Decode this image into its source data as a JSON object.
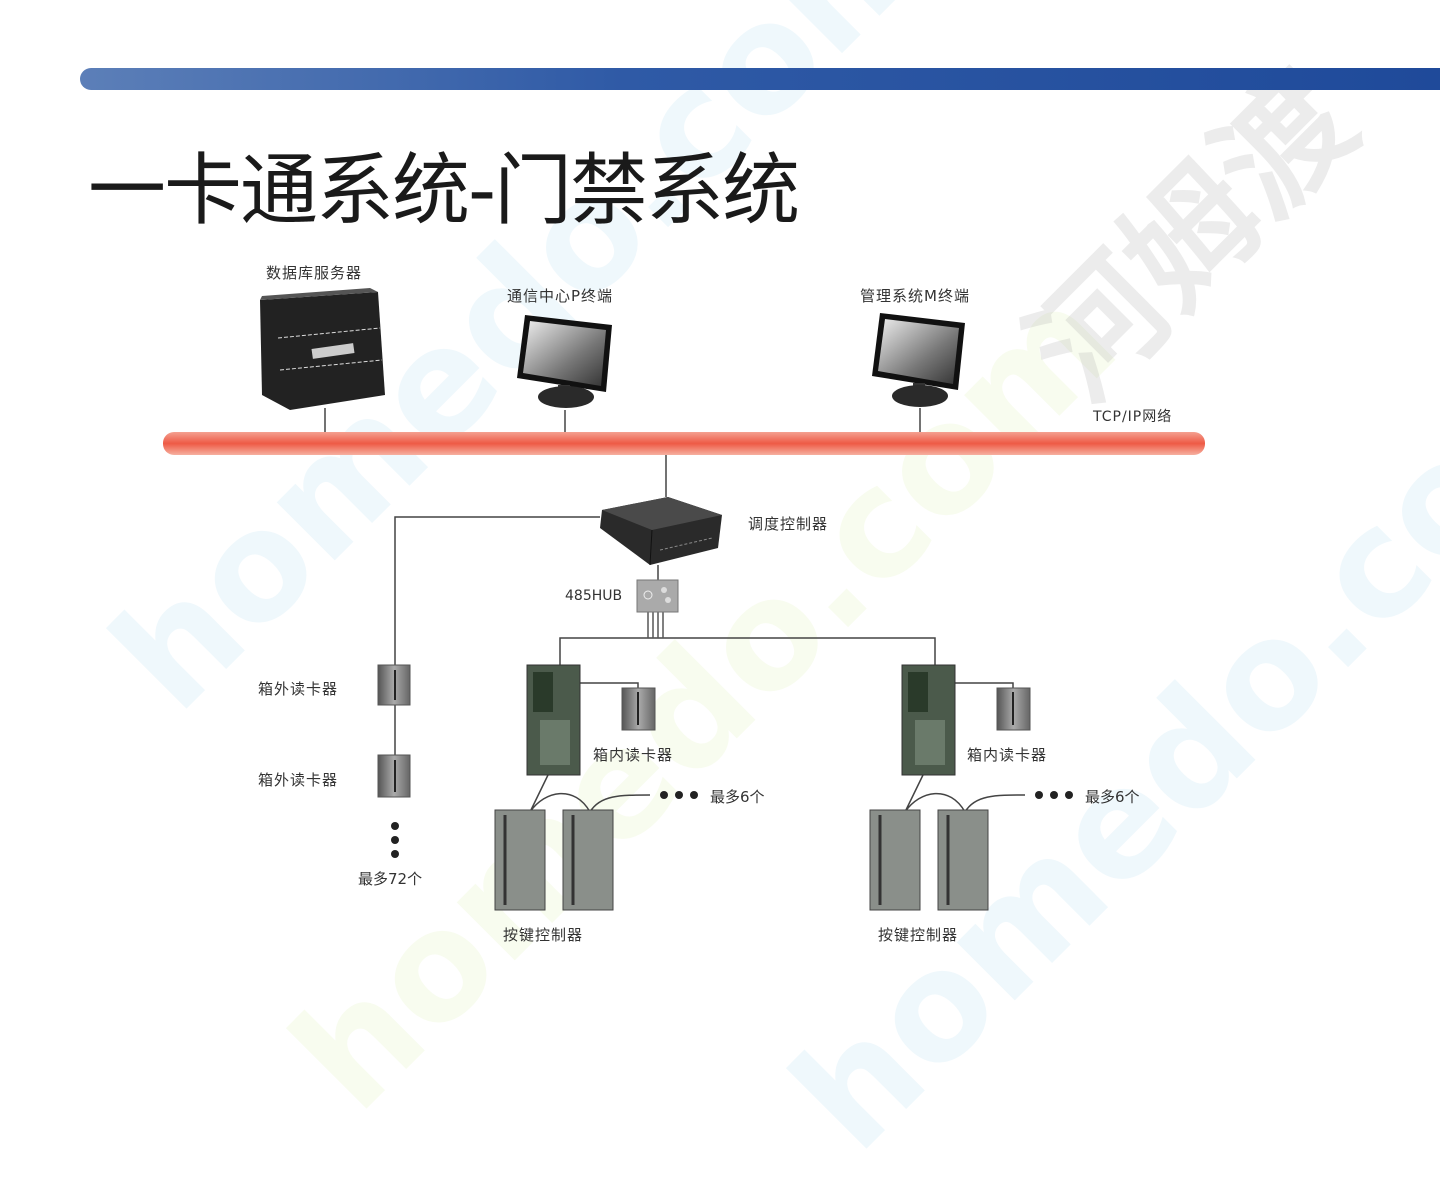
{
  "slide": {
    "title": "一卡通系统-门禁系统"
  },
  "watermark": {
    "text_latin": "homedo.com",
    "text_cn": "河姆渡"
  },
  "network": {
    "bus_label": "TCP/IP网络",
    "bus_color": "#f0705a"
  },
  "devices": {
    "db_server": "数据库服务器",
    "comm_terminal": "通信中心P终端",
    "mgmt_terminal": "管理系统M终端",
    "dispatch_controller": "调度控制器",
    "hub": "485HUB",
    "outer_reader_1": "箱外读卡器",
    "outer_reader_2": "箱外读卡器",
    "outer_max": "最多72个",
    "inner_reader_left": "箱内读卡器",
    "inner_reader_right": "箱内读卡器",
    "key_max_left": "最多6个",
    "key_max_right": "最多6个",
    "key_controller_left": "按键控制器",
    "key_controller_right": "按键控制器"
  }
}
